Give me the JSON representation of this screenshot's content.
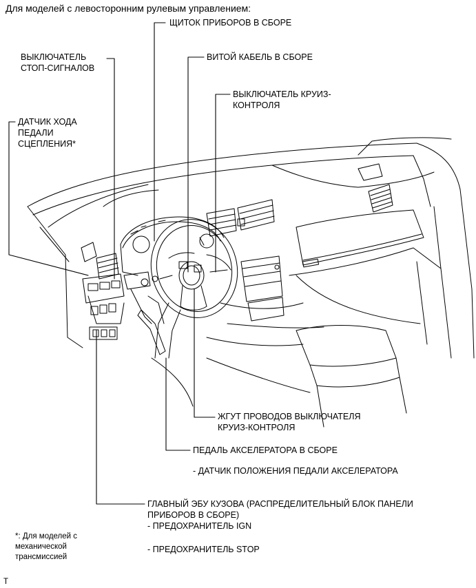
{
  "header": "Для моделей с левосторонним рулевым управлением:",
  "labels": {
    "instrument_cluster": "ЩИТОК ПРИБОРОВ В СБОРЕ",
    "spiral_cable": "ВИТОЙ КАБЕЛЬ В СБОРЕ",
    "stop_light_switch": [
      "ВЫКЛЮЧАТЕЛЬ",
      "СТОП-СИГНАЛОВ"
    ],
    "cruise_switch": [
      "ВЫКЛЮЧАТЕЛЬ КРУИЗ-",
      "КОНТРОЛЯ"
    ],
    "clutch_sensor": [
      "ДАТЧИК ХОДА",
      "ПЕДАЛИ",
      "СЦЕПЛЕНИЯ*"
    ],
    "cruise_harness": [
      "ЖГУТ ПРОВОДОВ ВЫКЛЮЧАТЕЛЯ",
      "КРУИЗ-КОНТРОЛЯ"
    ],
    "accel_pedal": "ПЕДАЛЬ АКСЕЛЕРАТОРА В СБОРЕ",
    "accel_sensor": "- ДАТЧИК ПОЛОЖЕНИЯ ПЕДАЛИ АКСЕЛЕРАТОРА",
    "main_body_ecu": [
      "ГЛАВНЫЙ ЭБУ КУЗОВА (РАСПРЕДЕЛИТЕЛЬНЫЙ БЛОК ПАНЕЛИ",
      "ПРИБОРОВ В СБОРЕ)",
      "- ПРЕДОХРАНИТЕЛЬ IGN",
      "- ПРЕДОХРАНИТЕЛЬ STOP"
    ]
  },
  "footnote": [
    "*: Для моделей с",
    "механической",
    "трансмиссией"
  ],
  "corner_mark": "T"
}
